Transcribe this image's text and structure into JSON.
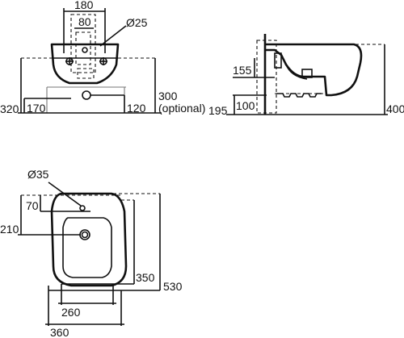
{
  "dimensions": {
    "front_top_width": "180",
    "front_inner_width": "80",
    "front_hole_dia": "Ø25",
    "front_height_left": "320",
    "front_low_left": "170",
    "front_low_right": "120",
    "front_optional_height": "300",
    "front_optional_note": "(optional)",
    "side_155": "155",
    "side_195": "195",
    "side_100": "100",
    "side_400": "400",
    "top_hole_dia": "Ø35",
    "top_70": "70",
    "top_210": "210",
    "top_350": "350",
    "top_530": "530",
    "top_260": "260",
    "top_360": "360"
  },
  "colors": {
    "line": "#111111",
    "background": "#ffffff"
  }
}
